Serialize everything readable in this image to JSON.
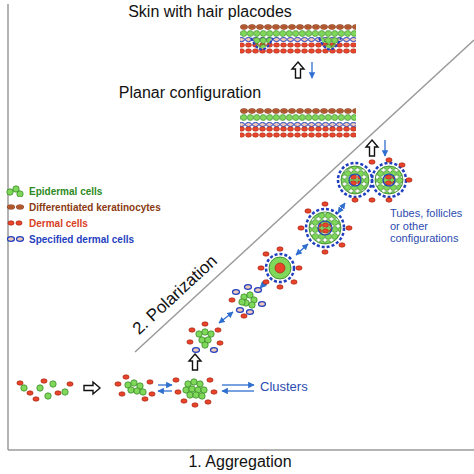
{
  "diagram": {
    "labels": [
      "Skin with hair placodes",
      "Planar configuration",
      "2. Polarization",
      "Tubes, follicles or other configurations",
      "Clusters",
      "1. Aggregation"
    ],
    "legend": [
      {
        "text": "Epidermal cells"
      },
      {
        "text": "Differentiated keratinocytes"
      },
      {
        "text": "Dermal cells"
      },
      {
        "text": "Specified dermal cells"
      }
    ]
  }
}
